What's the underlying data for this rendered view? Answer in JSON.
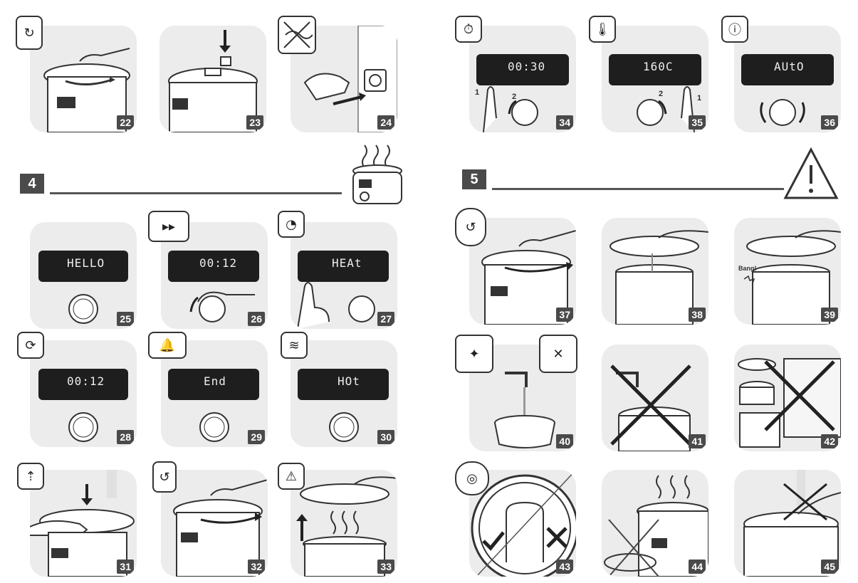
{
  "sections": [
    {
      "number": "4"
    },
    {
      "number": "5"
    }
  ],
  "panels": [
    {
      "num": "22"
    },
    {
      "num": "23"
    },
    {
      "num": "24"
    },
    {
      "num": "25",
      "display": "HELLO"
    },
    {
      "num": "26",
      "display": "00:12"
    },
    {
      "num": "27",
      "display": "HEAt"
    },
    {
      "num": "28",
      "display": "00:12"
    },
    {
      "num": "29",
      "display": "End"
    },
    {
      "num": "30",
      "display": "HOt"
    },
    {
      "num": "31"
    },
    {
      "num": "32"
    },
    {
      "num": "33"
    },
    {
      "num": "34",
      "display": "00:30"
    },
    {
      "num": "35",
      "display": "160C"
    },
    {
      "num": "36",
      "display": "AUtO"
    },
    {
      "num": "37"
    },
    {
      "num": "38"
    },
    {
      "num": "39",
      "label": "Bang!"
    },
    {
      "num": "40"
    },
    {
      "num": "41"
    },
    {
      "num": "42"
    },
    {
      "num": "43"
    },
    {
      "num": "44"
    },
    {
      "num": "45"
    }
  ],
  "step_digits": {
    "one": "1",
    "two": "2"
  },
  "icons": {
    "panel22": "rotate-lid-icon",
    "panel24": "no-plug-icon",
    "panel26": "cooking-steps-icon",
    "panel27": "thermometer-timer-icon",
    "panel28": "cooking-progress-icon",
    "panel29": "bell-alarm-icon",
    "panel30": "keep-warm-icon",
    "panel31": "steam-release-icon",
    "panel33": "hot-surface-warning-icon",
    "panel34": "timer-icon",
    "panel35": "thermometer-icon",
    "panel36": "info-icon",
    "panel40": "sponge-icon",
    "panel43": "sealing-ring-icon",
    "section5": "warning-triangle-icon"
  },
  "colors": {
    "panel": "#ececec",
    "badge_number": "#4a4a4a",
    "display": "#1e1e1e"
  }
}
